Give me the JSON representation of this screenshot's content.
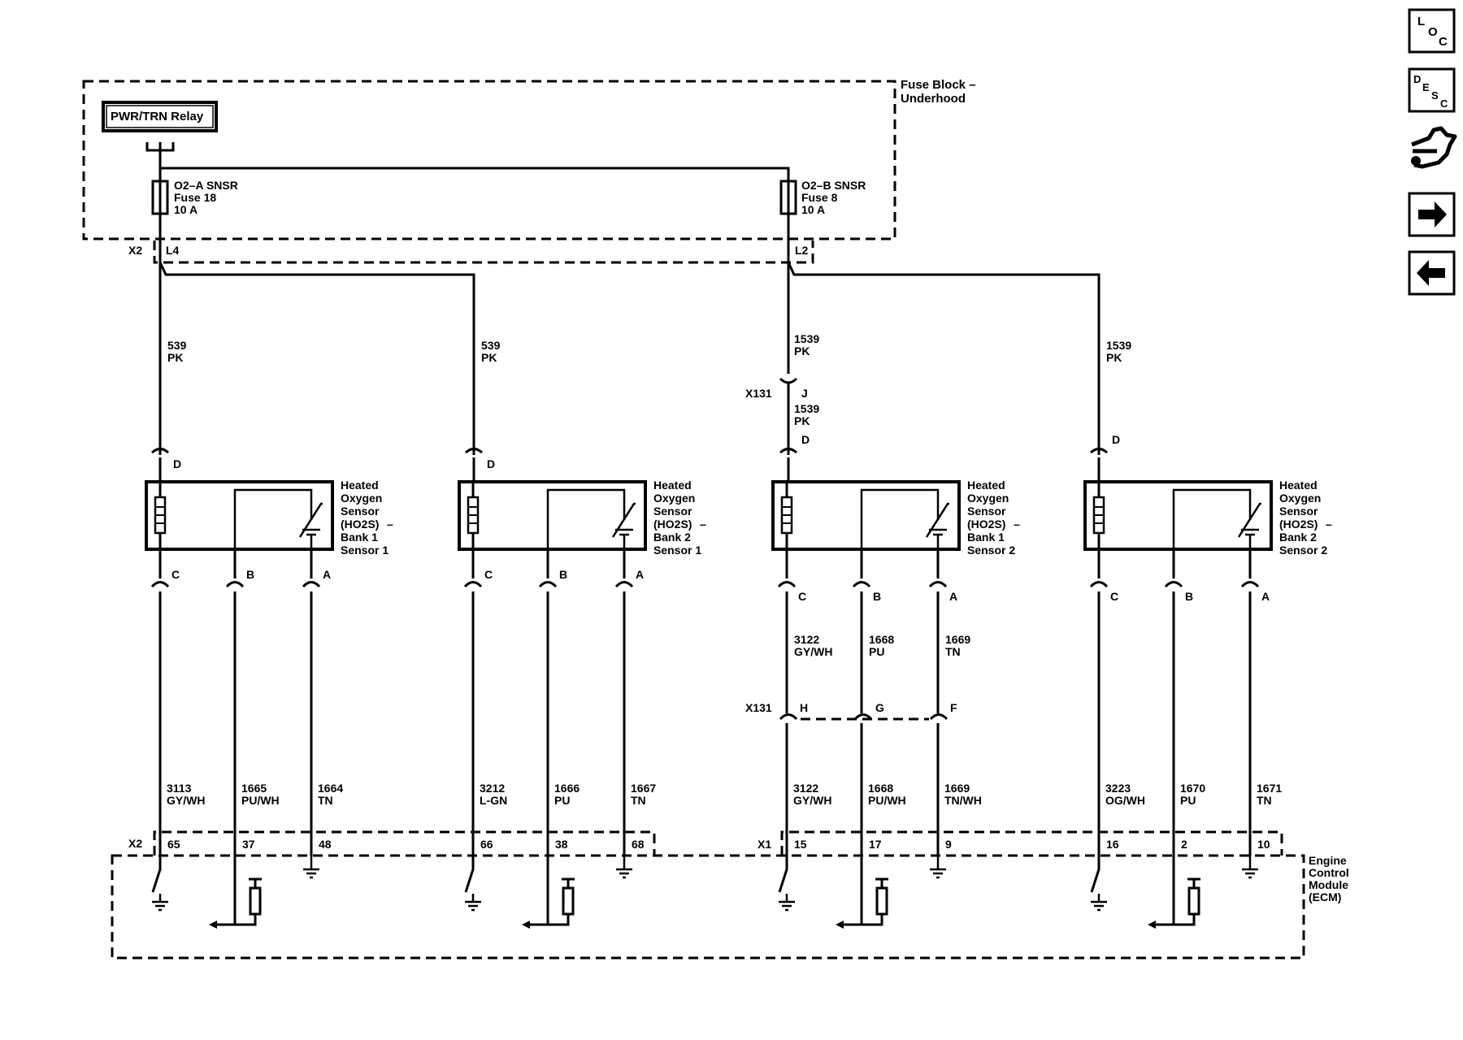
{
  "fuse_block": {
    "title_line1": "Fuse Block –",
    "title_line2": "Underhood"
  },
  "relay": {
    "label": "PWR/TRN Relay"
  },
  "fuses": [
    {
      "name": "O2–A SNSR",
      "fuse": "Fuse 18",
      "rating": "10 A"
    },
    {
      "name": "O2–B SNSR",
      "fuse": "Fuse 8",
      "rating": "10 A"
    }
  ],
  "fuse_connector": {
    "left_conn": "X2",
    "left_pin": "L4",
    "right_pin": "L2"
  },
  "upper_wires": [
    {
      "circuit": "539",
      "color": "PK"
    },
    {
      "circuit": "539",
      "color": "PK"
    },
    {
      "circuit": "1539",
      "color": "PK"
    },
    {
      "circuit": "1539",
      "color": "PK"
    }
  ],
  "inline_x131_top": {
    "conn": "X131",
    "pin": "J",
    "circuit": "1539",
    "color": "PK"
  },
  "sensor_pin_d": "D",
  "sensors": [
    {
      "l1": "Heated",
      "l2": "Oxygen",
      "l3": "Sensor",
      "l4": "(HO2S)",
      "dash": "–",
      "l5": "Bank 1",
      "l6": "Sensor 1"
    },
    {
      "l1": "Heated",
      "l2": "Oxygen",
      "l3": "Sensor",
      "l4": "(HO2S)",
      "dash": "–",
      "l5": "Bank 2",
      "l6": "Sensor 1"
    },
    {
      "l1": "Heated",
      "l2": "Oxygen",
      "l3": "Sensor",
      "l4": "(HO2S)",
      "dash": "–",
      "l5": "Bank 1",
      "l6": "Sensor 2"
    },
    {
      "l1": "Heated",
      "l2": "Oxygen",
      "l3": "Sensor",
      "l4": "(HO2S)",
      "dash": "–",
      "l5": "Bank 2",
      "l6": "Sensor 2"
    }
  ],
  "sensor_pins": [
    "C",
    "B",
    "A"
  ],
  "mid_wires_sensor3": [
    {
      "circuit": "3122",
      "color": "GY/WH"
    },
    {
      "circuit": "1668",
      "color": "PU"
    },
    {
      "circuit": "1669",
      "color": "TN"
    }
  ],
  "inline_x131_bottom": {
    "conn": "X131",
    "pins": [
      "H",
      "G",
      "F"
    ]
  },
  "lower_wires": [
    {
      "circuit": "3113",
      "color": "GY/WH",
      "pin": "65"
    },
    {
      "circuit": "1665",
      "color": "PU/WH",
      "pin": "37"
    },
    {
      "circuit": "1664",
      "color": "TN",
      "pin": "48"
    },
    {
      "circuit": "3212",
      "color": "L-GN",
      "pin": "66"
    },
    {
      "circuit": "1666",
      "color": "PU",
      "pin": "38"
    },
    {
      "circuit": "1667",
      "color": "TN",
      "pin": "68"
    },
    {
      "circuit": "3122",
      "color": "GY/WH",
      "pin": "15"
    },
    {
      "circuit": "1668",
      "color": "PU/WH",
      "pin": "17"
    },
    {
      "circuit": "1669",
      "color": "TN/WH",
      "pin": "9"
    },
    {
      "circuit": "3223",
      "color": "OG/WH",
      "pin": "16"
    },
    {
      "circuit": "1670",
      "color": "PU",
      "pin": "2"
    },
    {
      "circuit": "1671",
      "color": "TN",
      "pin": "10"
    }
  ],
  "ecm_connectors": {
    "left": "X2",
    "right": "X1"
  },
  "ecm": {
    "l1": "Engine",
    "l2": "Control",
    "l3": "Module",
    "l4": "(ECM)"
  },
  "nav": {
    "loc": {
      "a": "L",
      "b": "O",
      "c": "C"
    },
    "desc": {
      "a": "D",
      "b": "E",
      "c": "S",
      "d": "C"
    }
  }
}
